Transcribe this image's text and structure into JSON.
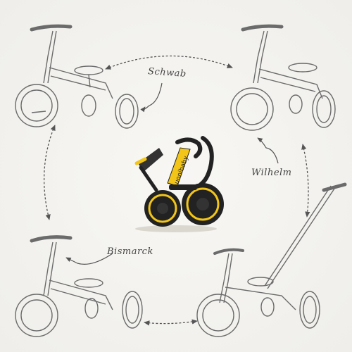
{
  "labels": {
    "schwab": "Schwab",
    "wilhelm": "Wilhelm",
    "bismarck": "Bismarck"
  },
  "brand": {
    "logo_text": "uonibaby"
  },
  "colors": {
    "accent_yellow": "#f2c518",
    "frame_black": "#222222",
    "sketch_line": "#6b6b6b"
  }
}
